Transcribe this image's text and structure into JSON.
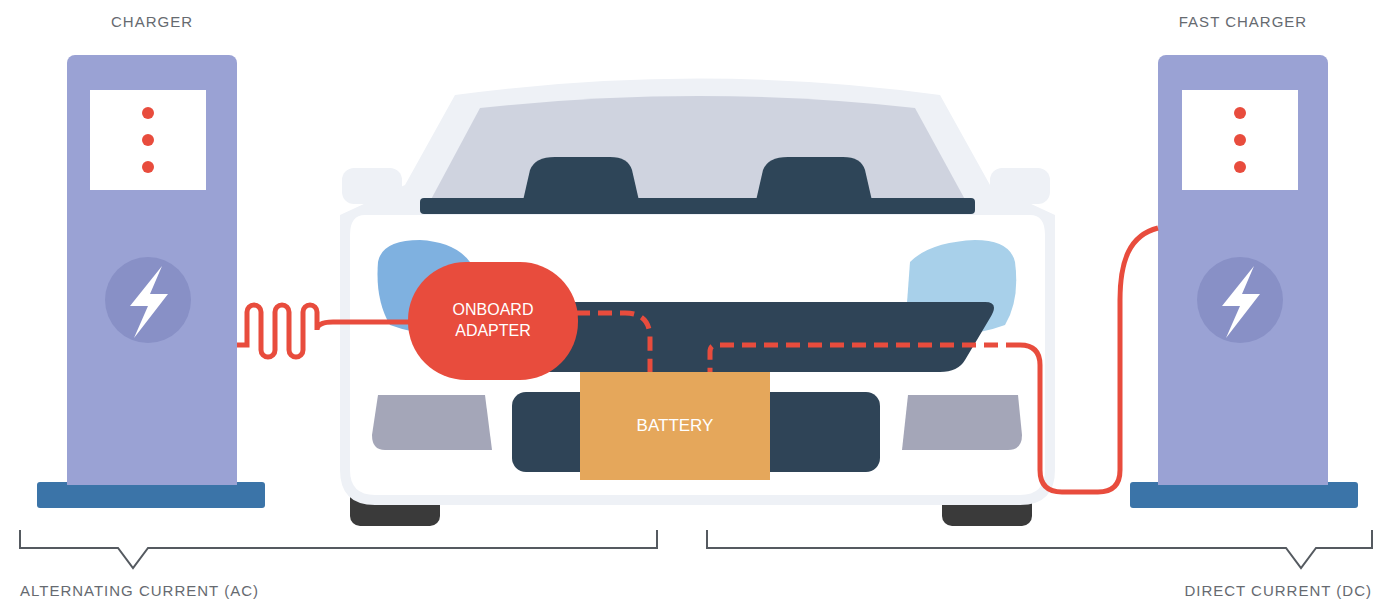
{
  "diagram": {
    "nodes": [
      {
        "text": [
          "CHARGER"
        ]
      },
      {
        "text": [
          "ONBOARD ADAPTER"
        ]
      },
      {
        "text": [
          "BATTERY"
        ]
      },
      {
        "text": [
          "FAST CHARGER"
        ]
      }
    ],
    "edges": [
      {
        "from": 0,
        "to": 1,
        "arrow": "none"
      },
      {
        "from": 1,
        "to": 2,
        "arrow": "none"
      },
      {
        "from": 3,
        "to": 2,
        "arrow": "none"
      }
    ],
    "labels": [
      "ALTERNATING CURRENT (AC)",
      "DIRECT CURRENT (DC)"
    ]
  }
}
